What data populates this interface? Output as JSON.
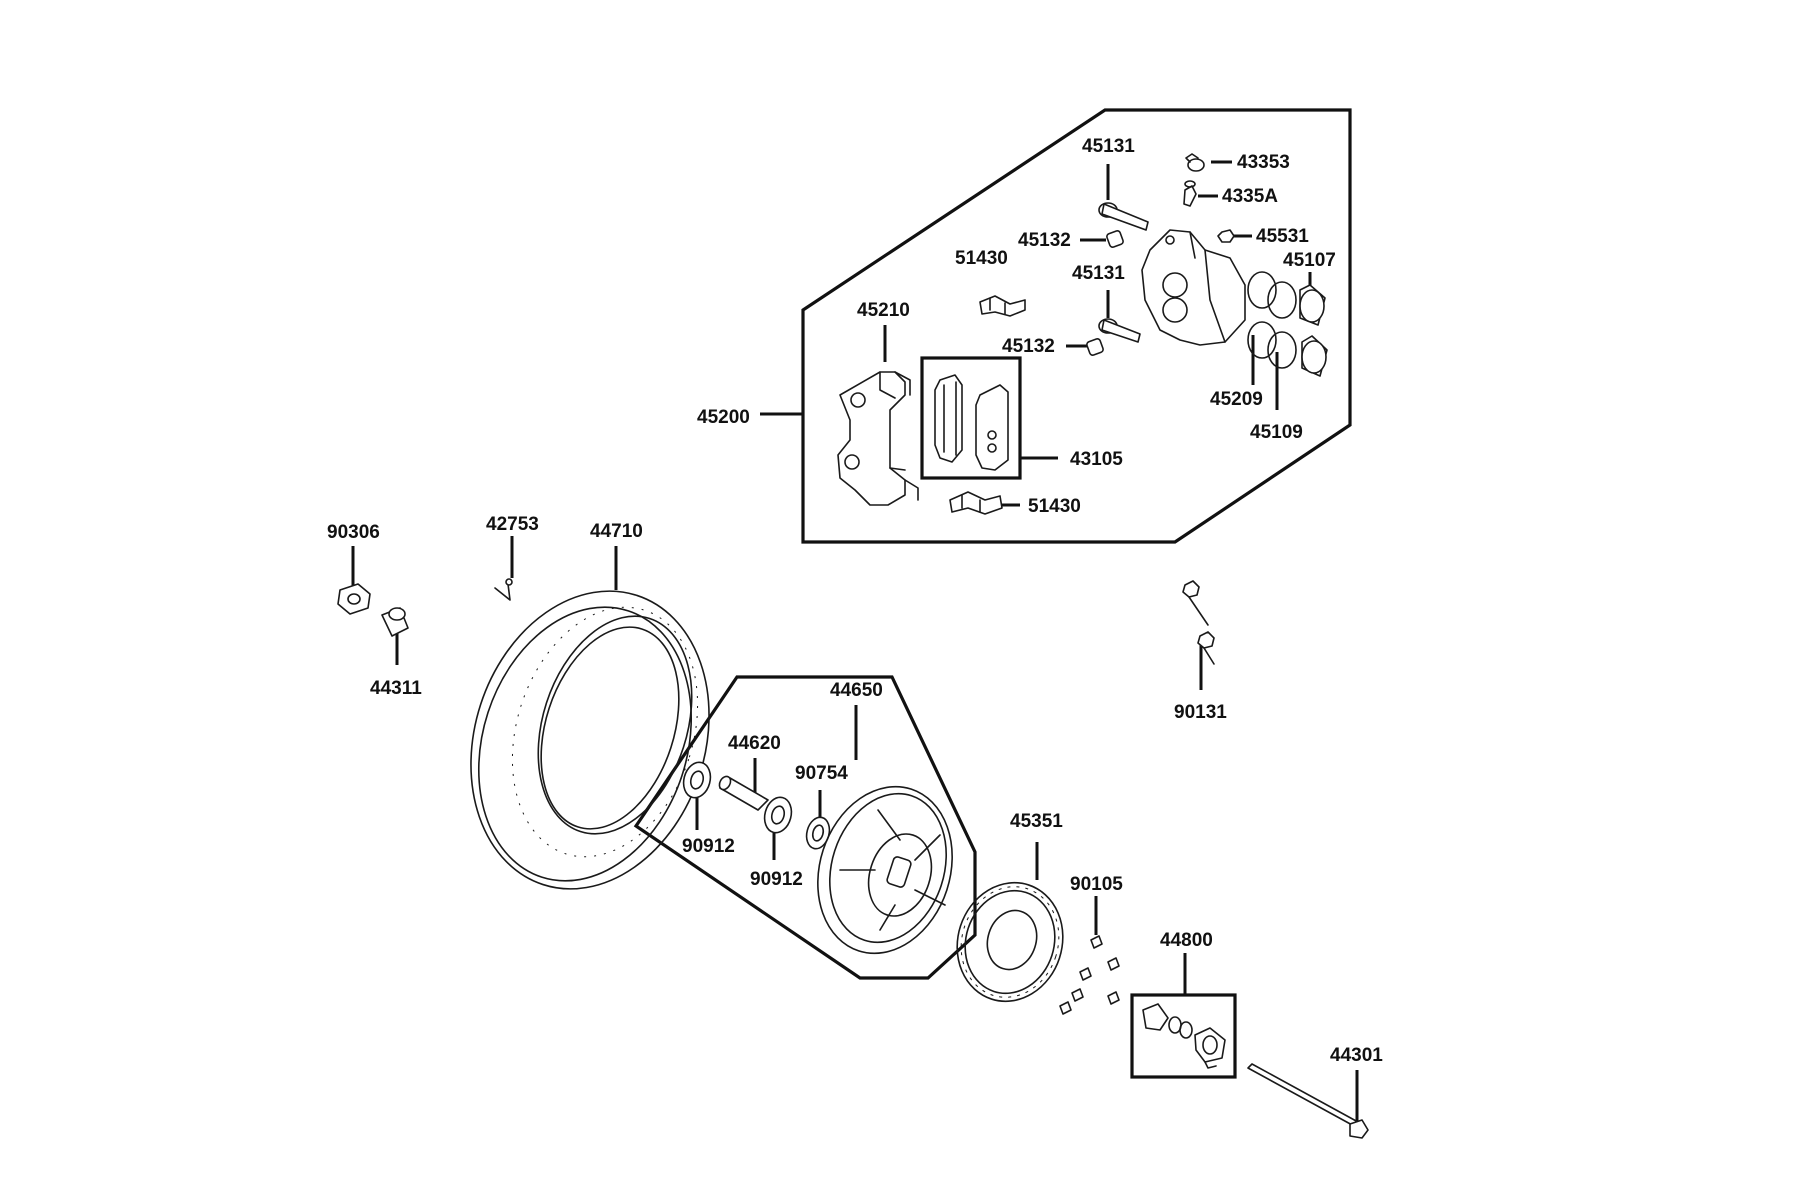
{
  "callouts": {
    "c45131a": "45131",
    "c43353": "43353",
    "c4335a": "4335A",
    "c45132a": "45132",
    "c45531": "45531",
    "c51430a": "51430",
    "c45131b": "45131",
    "c45107": "45107",
    "c45210": "45210",
    "c45132b": "45132",
    "c45200": "45200",
    "c45209": "45209",
    "c45109": "45109",
    "c43105": "43105",
    "c51430b": "51430",
    "c90306": "90306",
    "c42753": "42753",
    "c44710": "44710",
    "c44311": "44311",
    "c90131": "90131",
    "c44650": "44650",
    "c44620": "44620",
    "c90754": "90754",
    "c90912a": "90912",
    "c90912b": "90912",
    "c45351": "45351",
    "c90105": "90105",
    "c44800": "44800",
    "c44301": "44301"
  },
  "colors": {
    "line": "#111111",
    "background": "#ffffff"
  }
}
